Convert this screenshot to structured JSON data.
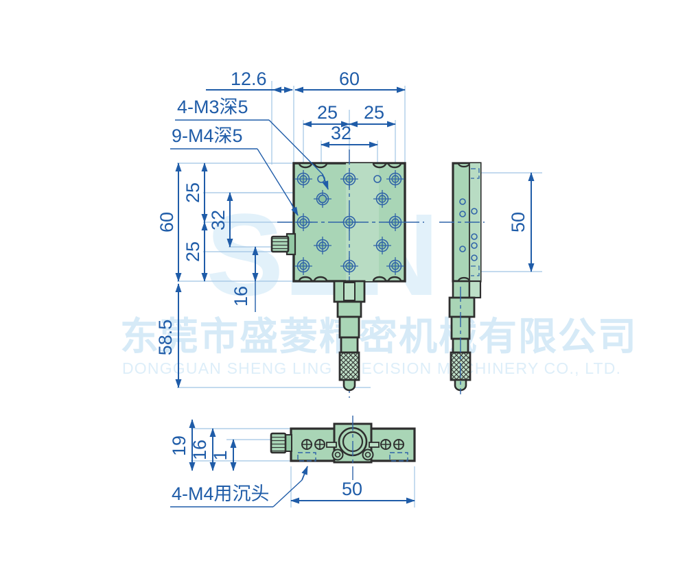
{
  "drawing": {
    "title": "Precision Linear Stage Technical Drawing",
    "units": "mm",
    "colors": {
      "dimension_blue": "#1f5ca8",
      "line_blue": "#2f63a8",
      "body_green": "#a9d5b6",
      "body_green_light": "#bde0c7",
      "body_green_dark": "#93c8a4",
      "outline_dark": "#303030",
      "watermark_cn": "#d6eaf7",
      "watermark_en": "#ddeef9",
      "background": "#ffffff"
    },
    "views": {
      "top": {
        "name": "top-view",
        "label": ""
      },
      "side": {
        "name": "side-view",
        "label": ""
      },
      "bottom": {
        "name": "bottom-view",
        "label": ""
      }
    },
    "dimensions": {
      "d_12_6": "12.6",
      "d_60_top": "60",
      "d_25_a": "25",
      "d_25_b": "25",
      "d_32_top": "32",
      "d_60_left": "60",
      "d_25_v_a": "25",
      "d_25_v_b": "25",
      "d_32_left": "32",
      "d_16": "16",
      "d_58_5": "58.5",
      "d_50_side": "50",
      "d_19": "19",
      "d_16_bottom": "16",
      "d_1": "1",
      "d_50_bottom": "50"
    },
    "callouts": {
      "m3": "4-M3深5",
      "m4": "9-M4深5",
      "counterbore": "4-M4用沉头"
    },
    "watermark": {
      "chinese": "东莞市盛菱精密机械有限公司",
      "english": "DONGGUAN SHENG LING PRECISION MACHINERY CO., LTD.",
      "logo": "SLN"
    }
  }
}
